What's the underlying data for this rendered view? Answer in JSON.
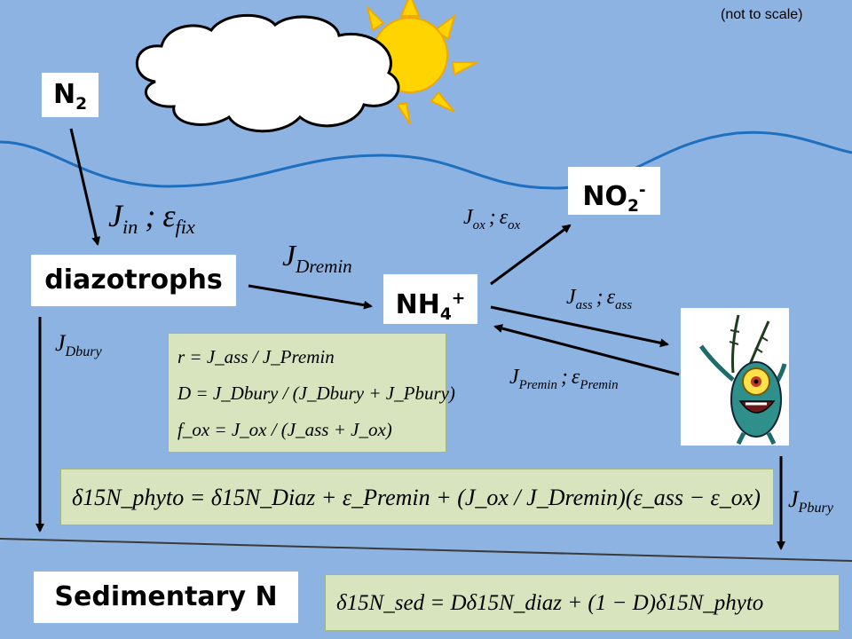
{
  "note": "(not to scale)",
  "boxes": {
    "n2": {
      "base": "N",
      "sub": "2"
    },
    "no2": {
      "base": "NO",
      "sub": "2",
      "sup": "-"
    },
    "diazotrophs": "diazotrophs",
    "nh4": {
      "base": "NH",
      "sub": "4",
      "sup": "+"
    },
    "sedimentary": "Sedimentary N"
  },
  "fluxes": {
    "jin": {
      "j": "J",
      "j_sub": "in",
      "sep": ";",
      "e": "ε",
      "e_sub": "fix"
    },
    "jdremin": {
      "j": "J",
      "j_sub": "Dremin"
    },
    "jox": {
      "j": "J",
      "j_sub": "ox",
      "sep": ";",
      "e": "ε",
      "e_sub": "ox"
    },
    "jass": {
      "j": "J",
      "j_sub": "ass",
      "sep": ";",
      "e": "ε",
      "e_sub": "ass"
    },
    "jpremin": {
      "j": "J",
      "j_sub": "Premin",
      "sep": ";",
      "e": "ε",
      "e_sub": "Premin"
    },
    "jdbury": {
      "j": "J",
      "j_sub": "Dbury"
    },
    "jpbury": {
      "j": "J",
      "j_sub": "Pbury"
    }
  },
  "equations": {
    "r": "r = J_ass / J_Premin",
    "d": "D = J_Dbury / (J_Dbury + J_Pbury)",
    "fox": "f_ox = J_ox / (J_ass + J_ox)",
    "phyto": "δ15N_phyto = δ15N_Diaz + ε_Premin + (J_ox / J_Dremin)(ε_ass − ε_ox)",
    "sed": "δ15N_sed = Dδ15N_diaz + (1 − D)δ15N_phyto"
  },
  "colors": {
    "background": "#8db3e2",
    "water_line": "#1f6fbf",
    "equation_fill": "#d7e4bd",
    "sun": "#ffd400",
    "sun_outline": "#f0a800"
  }
}
